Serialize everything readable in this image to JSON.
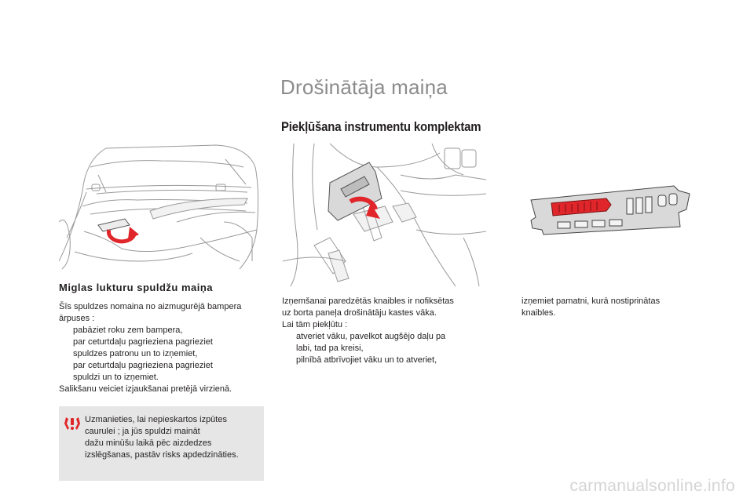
{
  "page_title": "Drošinātāja maiņa",
  "section_title": "Piekļūšana instrumentu komplektam",
  "left": {
    "title": "Miglas lukturu spuldžu maiņa",
    "intro": "Šīs spuldzes nomaina no aizmugurējā bampera ārpuses :",
    "bullets": [
      {
        "marker": "",
        "line1": "pabāziet roku zem bampera,",
        "line2": ""
      },
      {
        "marker": "",
        "line1": "par ceturtdaļu pagrieziena pagrieziet",
        "line2": "spuldzes patronu un to izņemiet,"
      },
      {
        "marker": "",
        "line1": "par ceturtdaļu pagrieziena pagrieziet",
        "line2": "spuldzi un to izņemiet."
      }
    ],
    "outro": "Salikšanu veiciet izjaukšanai pretējā virzienā.",
    "warning": {
      "line1": "Uzmanieties, lai nepieskartos izpūtes",
      "line2": "caurulei ; ja jūs spuldzi maināt",
      "line3": "dažu minūšu laikā pēc aizdedzes",
      "line4": "izslēgšanas, pastāv risks apdedzināties."
    }
  },
  "middle": {
    "line1": "Izņemšanai paredzētās knaibles ir nofiksētas",
    "line2": "uz borta paneļa drošinātāju kastes vāka.",
    "line3": "Lai tām piekļūtu :",
    "bullets": [
      {
        "marker": "",
        "line1": "atveriet vāku, pavelkot augšējo daļu pa",
        "line2": "labi, tad pa kreisi,"
      },
      {
        "marker": "",
        "line1": "pilnībā atbrīvojiet vāku un to atveriet,",
        "line2": ""
      }
    ]
  },
  "right": {
    "bullets": [
      {
        "marker": "",
        "line1": "izņemiet pamatni, kurā nostiprinātas",
        "line2": "knaibles."
      }
    ]
  },
  "watermark": "carmanualsonline.info",
  "colors": {
    "accent_red": "#e0262b",
    "warning_bg": "#e6e6e6",
    "title_gray": "#8c8c8c"
  }
}
